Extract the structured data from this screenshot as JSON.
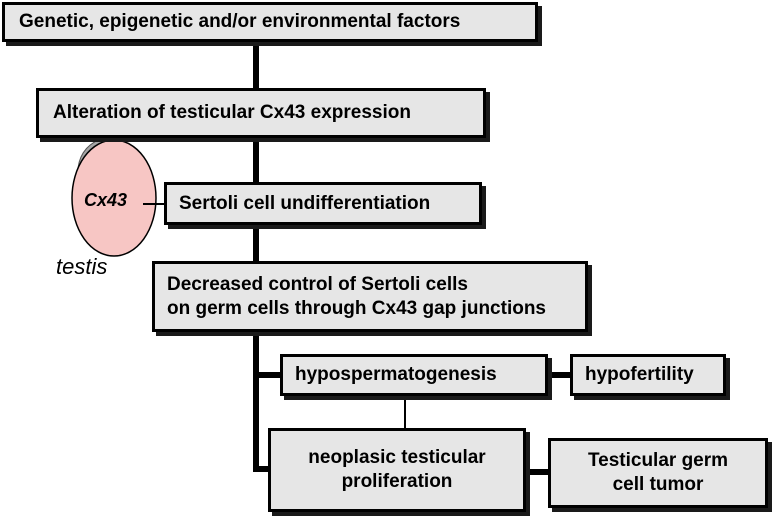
{
  "colors": {
    "box_fill": "#e6e6e6",
    "border": "#000000",
    "testis_fill": "#f7c6c4",
    "epididymis_fill": "#a6a6a6"
  },
  "nodes": {
    "factors": "Genetic, epigenetic and/or environmental factors",
    "alteration": "Alteration of testicular Cx43 expression",
    "undifferentiation": "Sertoli cell undifferentiation",
    "decreased_control": "Decreased control of Sertoli cells\non germ cells through Cx43 gap junctions",
    "hypospermatogenesis": "hypospermatogenesis",
    "hypofertility": "hypofertility",
    "neoplasic": "neoplasic testicular\nproliferation",
    "tumor": "Testicular germ\ncell tumor"
  },
  "testis": {
    "protein_label": "Cx43",
    "organ_label": "testis"
  }
}
